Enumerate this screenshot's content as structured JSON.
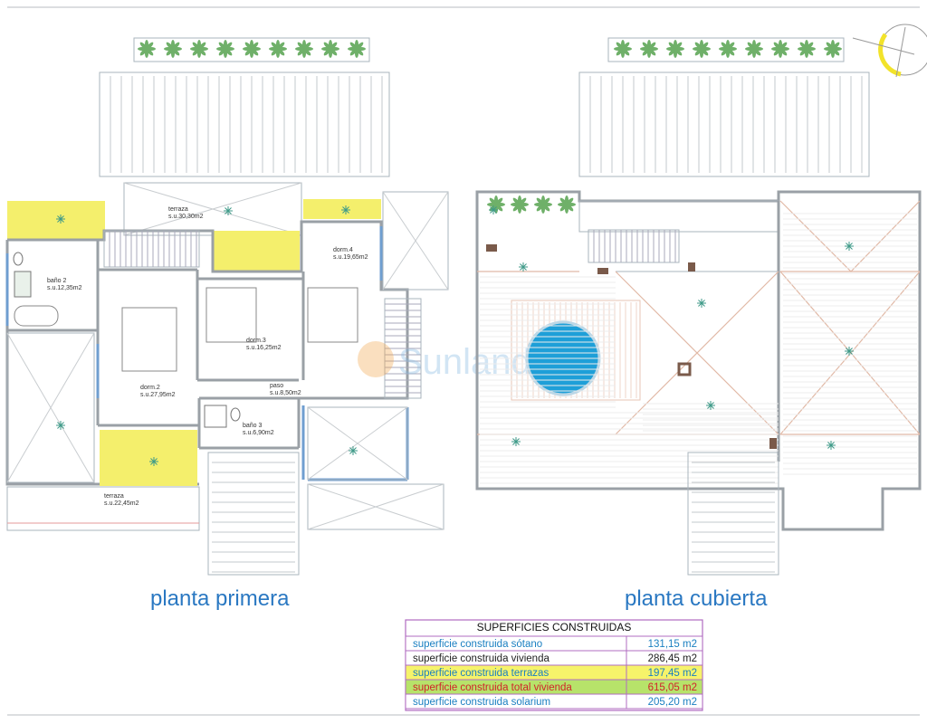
{
  "plans": {
    "left_title": "planta primera",
    "right_title": "planta cubierta",
    "watermark": "Sunland"
  },
  "rooms": {
    "terraza_top": {
      "name": "terraza",
      "area": "s.u.30,30m2"
    },
    "dorm4": {
      "name": "dorm.4",
      "area": "s.u.19,65m2"
    },
    "bano2": {
      "name": "baño 2",
      "area": "s.u.12,35m2"
    },
    "dorm3": {
      "name": "dorm.3",
      "area": "s.u.16,25m2"
    },
    "dorm2": {
      "name": "dorm.2",
      "area": "s.u.27,95m2"
    },
    "paso": {
      "name": "paso",
      "area": "s.u.8,50m2"
    },
    "bano3": {
      "name": "baño 3",
      "area": "s.u.6,90m2"
    },
    "terraza_bottom": {
      "name": "terraza",
      "area": "s.u.22,45m2"
    }
  },
  "table": {
    "title": "SUPERFICIES CONSTRUIDAS",
    "rows": [
      {
        "label": "superficie construida sótano",
        "value": "131,15 m2",
        "text_color": "#1a7fc1",
        "bg": "#ffffff"
      },
      {
        "label": "superficie construida vivienda",
        "value": "286,45 m2",
        "text_color": "#222222",
        "bg": "#ffffff"
      },
      {
        "label": "superficie construida terrazas",
        "value": "197,45 m2",
        "text_color": "#1a7fc1",
        "bg": "#f6f36a"
      },
      {
        "label": "superficie construida total vivienda",
        "value": "615,05 m2",
        "text_color": "#d0232a",
        "bg": "#b7e36a"
      },
      {
        "label": "superficie construida solarium",
        "value": "205,20 m2",
        "text_color": "#1a7fc1",
        "bg": "#ffffff"
      }
    ],
    "border_color": "#b06cc0"
  }
}
